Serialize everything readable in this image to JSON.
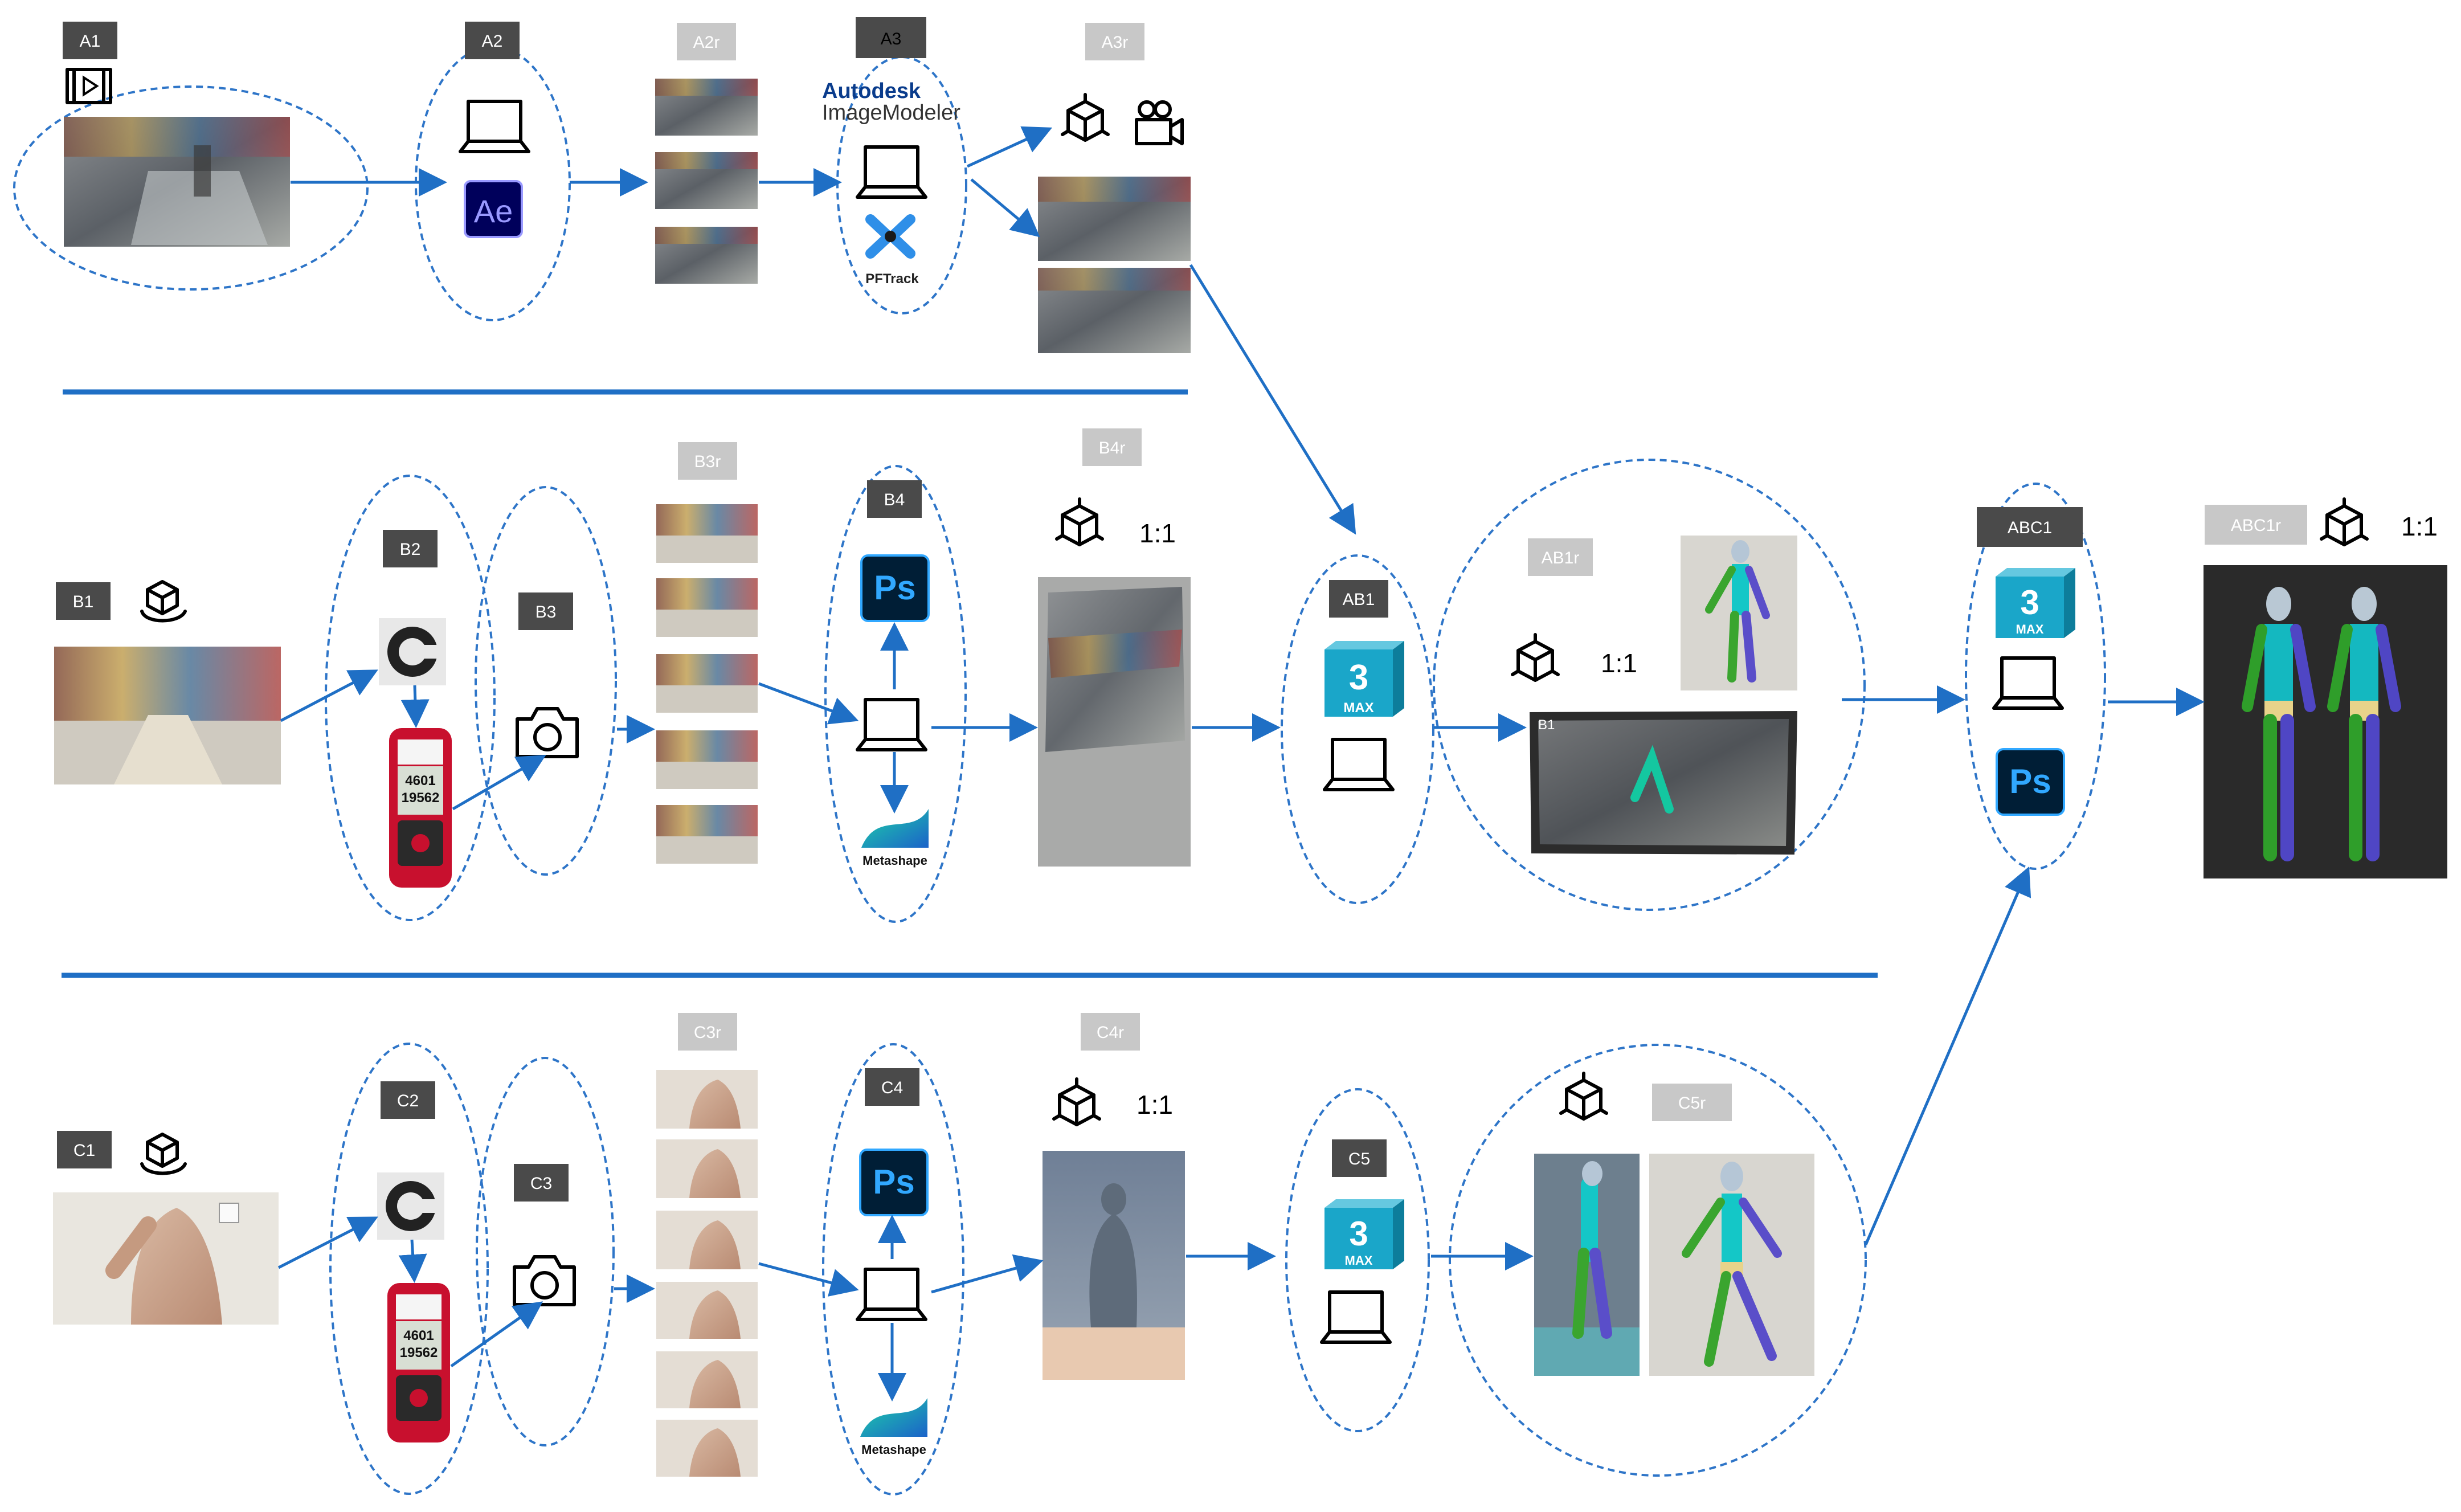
{
  "labels": {
    "A1": "A1",
    "A2": "A2",
    "A2r": "A2r",
    "A3": "A3",
    "A3r": "A3r",
    "B1": "B1",
    "B2": "B2",
    "B3": "B3",
    "B3r": "B3r",
    "B4": "B4",
    "B4r": "B4r",
    "AB1": "AB1",
    "AB1r": "AB1r",
    "ABC1": "ABC1",
    "ABC1r": "ABC1r",
    "C1": "C1",
    "C2": "C2",
    "C3": "C3",
    "C3r": "C3r",
    "C4": "C4",
    "C4r": "C4r",
    "C5": "C5",
    "C5r": "C5r"
  },
  "scale_ratio": "1:1",
  "software": {
    "autodesk": "Autodesk",
    "imagemodeler": "ImageModeler",
    "pftrack": "PFTrack",
    "after_effects": "Ae",
    "photoshop": "Ps",
    "max_number": "3",
    "max_text": "MAX",
    "metashape": "Metashape"
  },
  "inset_label": "B1",
  "meter_readings": [
    "4601",
    "19562"
  ],
  "colors": {
    "arrow": "#1f6fc5",
    "ellipse": "#2e75c8",
    "label_dark": "#4a4a4a",
    "label_light": "#c8c8c8",
    "max_teal": "#1aa6c9",
    "ps_blue": "#31a8ff",
    "ae_purple": "#9999ff"
  }
}
